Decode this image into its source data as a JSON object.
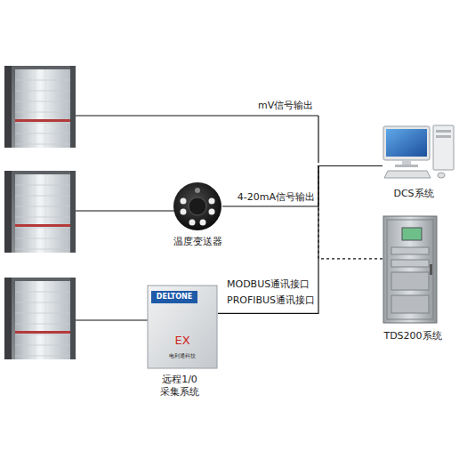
{
  "diagram": {
    "nodes": [
      {
        "text": [
          "DCS系统"
        ]
      },
      {
        "text": [
          "温度变送器"
        ]
      },
      {
        "text": [
          "TDS200系统"
        ]
      },
      {
        "text": [
          "DELTONE",
          "EX",
          "电利通科技",
          "远程1/0 采集系统"
        ]
      }
    ],
    "edges": [
      {
        "from": 1,
        "to": 0,
        "label": "4-20mA信号输出",
        "arrow": "none"
      },
      {
        "from": 3,
        "to": 0,
        "arrow": "none"
      },
      {
        "from": 2,
        "to": 0,
        "arrow": "none"
      }
    ],
    "labels": [
      "mV信号输出",
      "MODBUS通讯接口",
      "PROFIBUS通讯接口"
    ]
  }
}
